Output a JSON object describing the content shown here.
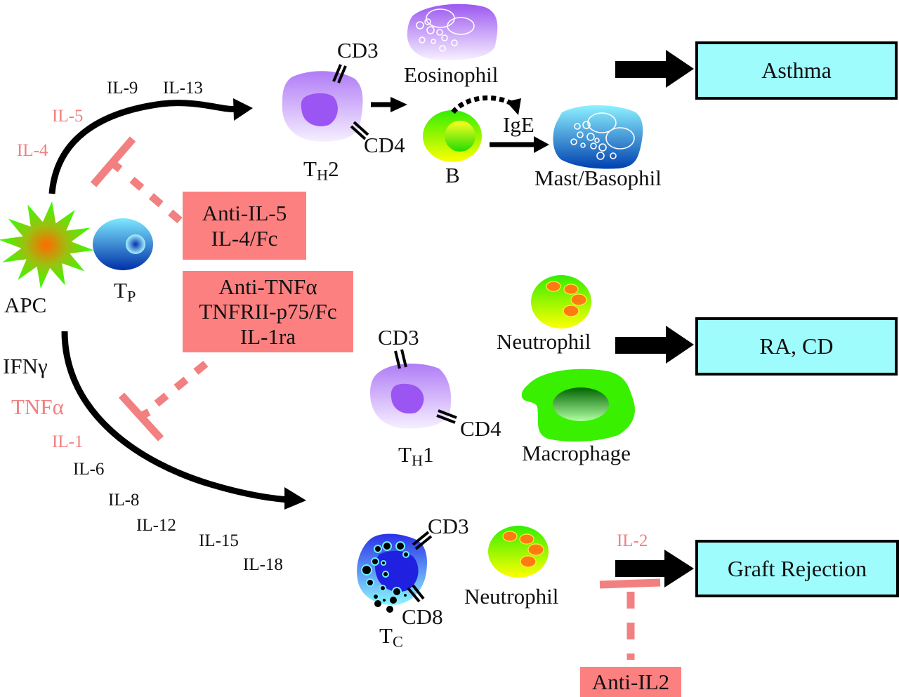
{
  "diagram": {
    "type": "immunology-pathway",
    "nodes": {
      "apc": {
        "label": "APC"
      },
      "tp": {
        "label": "T",
        "subscript": "P"
      },
      "th2": {
        "label": "T",
        "subscript": "H",
        "suffix": "2",
        "markers": [
          "CD3",
          "CD4"
        ]
      },
      "th1": {
        "label": "T",
        "subscript": "H",
        "suffix": "1",
        "markers": [
          "CD3",
          "CD4"
        ]
      },
      "tc": {
        "label": "T",
        "subscript": "C",
        "markers": [
          "CD3",
          "CD8"
        ]
      },
      "eosinophil": {
        "label": "Eosinophil"
      },
      "b_cell": {
        "label": "B"
      },
      "ige": {
        "label": "IgE"
      },
      "mast": {
        "label": "Mast/Basophil"
      },
      "neutrophil_th1": {
        "label": "Neutrophil"
      },
      "macrophage": {
        "label": "Macrophage"
      },
      "neutrophil_tc": {
        "label": "Neutrophil"
      }
    },
    "cytokines_th2": {
      "inhibited": [
        "IL-5",
        "IL-4"
      ],
      "other": [
        "IL-9",
        "IL-13"
      ]
    },
    "cytokines_th1": {
      "black": [
        "IFNγ",
        "IL-6",
        "IL-8",
        "IL-12",
        "IL-15",
        "IL-18"
      ],
      "inhibited": [
        "TNFα",
        "IL-1"
      ]
    },
    "cytokine_tc": {
      "label": "IL-2"
    },
    "drugs": {
      "th2": [
        "Anti-IL-5",
        "IL-4/Fc"
      ],
      "th1": [
        "Anti-TNFα",
        "TNFRII-p75/Fc",
        "IL-1ra"
      ],
      "tc": [
        "Anti-IL2"
      ]
    },
    "diseases": {
      "th2": "Asthma",
      "th1": "RA, CD",
      "tc": "Graft Rejection"
    },
    "colors": {
      "inhibitor": "#f28080",
      "drug_box": "#fd8080",
      "disease_box": "#9ffcfc",
      "arrow": "#000000"
    }
  }
}
